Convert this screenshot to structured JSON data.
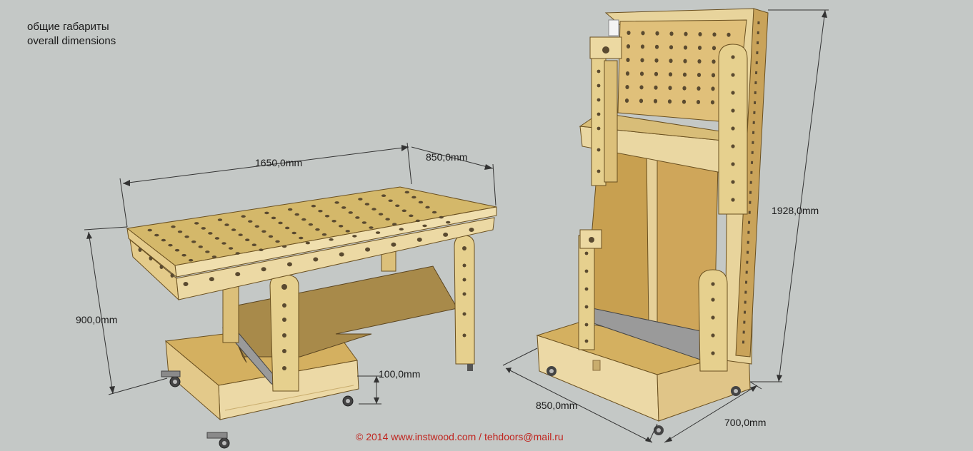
{
  "title": {
    "line1": "общие габариты",
    "line2": "overall dimensions"
  },
  "dimensions": {
    "table_length": "1650,0mm",
    "table_depth": "850,0mm",
    "table_height": "900,0mm",
    "caster_height": "100,0mm",
    "cabinet_width": "850,0mm",
    "cabinet_depth": "700,0mm",
    "cabinet_height": "1928,0mm"
  },
  "copyright": "© 2014 www.instwood.com / tehdoors@mail.ru",
  "colors": {
    "background": "#c4c8c6",
    "plywood": "#d8b870",
    "plywood_light": "#f0e0b0",
    "plywood_dark": "#b89250",
    "mdf_panel": "#c8a050",
    "hole": "#5a4a30",
    "dimension_line": "#333333",
    "copyright": "#c0251f"
  }
}
